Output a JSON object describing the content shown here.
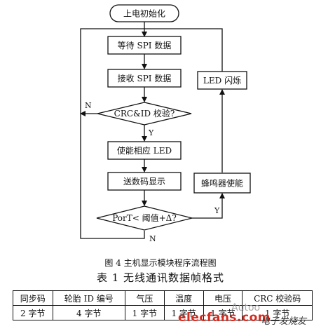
{
  "diagram": {
    "nodes": {
      "start": "上电初始化",
      "wait": "等待 SPI 数据",
      "receive": "接收 SPI 数据",
      "check": "CRC&ID 校验?",
      "enable": "使能相应 LED",
      "display": "送数码显示",
      "compare": "PorT< 阈值+Δ?",
      "buzzer": "蜂鸣器使能",
      "led": "LED 闪烁"
    },
    "labels": {
      "check_no": "N",
      "check_yes": "Y",
      "compare_yes": "Y",
      "compare_no": "N"
    }
  },
  "caption": "图 4 主机显示模块程序流程图",
  "table": {
    "title": "表 1 无线通讯数据帧格式",
    "headers": [
      "同步码",
      "轮胎 ID 编号",
      "气压",
      "温度",
      "电压",
      "CRC 校验码"
    ],
    "row": [
      "2 字节",
      "4 字节",
      "1 字节",
      "1 字节",
      "1 字节",
      "1 字节"
    ]
  },
  "watermarks": {
    "brand": "elecfans.com",
    "brand_cn": "电子发烧友",
    "top": "Autoo"
  }
}
